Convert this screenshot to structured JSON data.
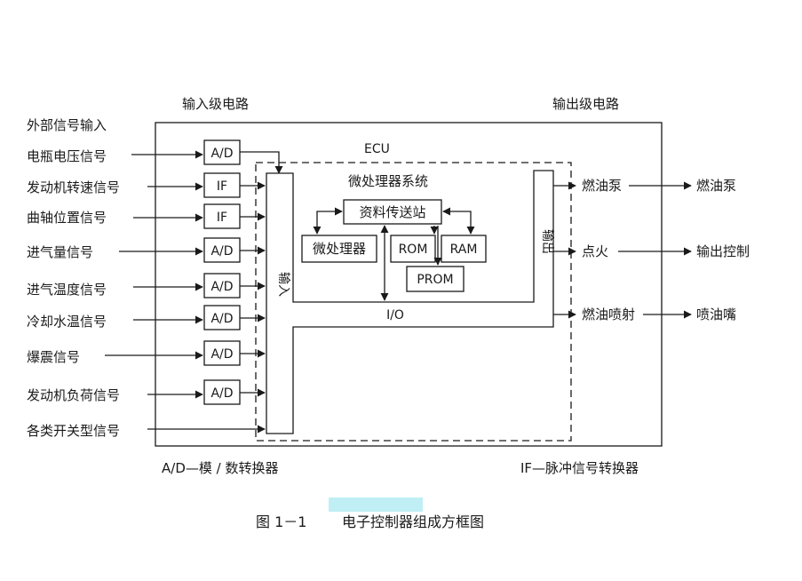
{
  "header": {
    "input_stage": "输入级电路",
    "output_stage": "输出级电路",
    "external_input": "外部信号输入"
  },
  "ecu_label": "ECU",
  "inputs": [
    {
      "label": "电瓶电压信号",
      "converter": "A/D"
    },
    {
      "label": "发动机转速信号",
      "converter": "IF"
    },
    {
      "label": "曲轴位置信号",
      "converter": "IF"
    },
    {
      "label": "进气量信号",
      "converter": "A/D"
    },
    {
      "label": "进气温度信号",
      "converter": "A/D"
    },
    {
      "label": "冷却水温信号",
      "converter": "A/D"
    },
    {
      "label": "爆震信号",
      "converter": "A/D"
    },
    {
      "label": "发动机负荷信号",
      "converter": "A/D"
    },
    {
      "label": "各类开关型信号",
      "converter": ""
    }
  ],
  "internal": {
    "input_bus": "输入",
    "output_bus": "输出",
    "io": "I/O",
    "microcomputer_system": "微处理器系统",
    "data_transfer": "资料传送站",
    "processor": "微处理器",
    "rom": "ROM",
    "ram": "RAM",
    "prom": "PROM"
  },
  "outputs": [
    {
      "stage": "燃油泵",
      "target": "燃油泵"
    },
    {
      "stage": "点火",
      "target": "输出控制"
    },
    {
      "stage": "燃油喷射",
      "target": "喷油嘴"
    }
  ],
  "footer": {
    "ad_note": "A/D—模 / 数转换器",
    "if_note": "IF—脉冲信号转换器",
    "caption_num": "图 1－1",
    "caption_text": "电子控制器组成方框图"
  }
}
